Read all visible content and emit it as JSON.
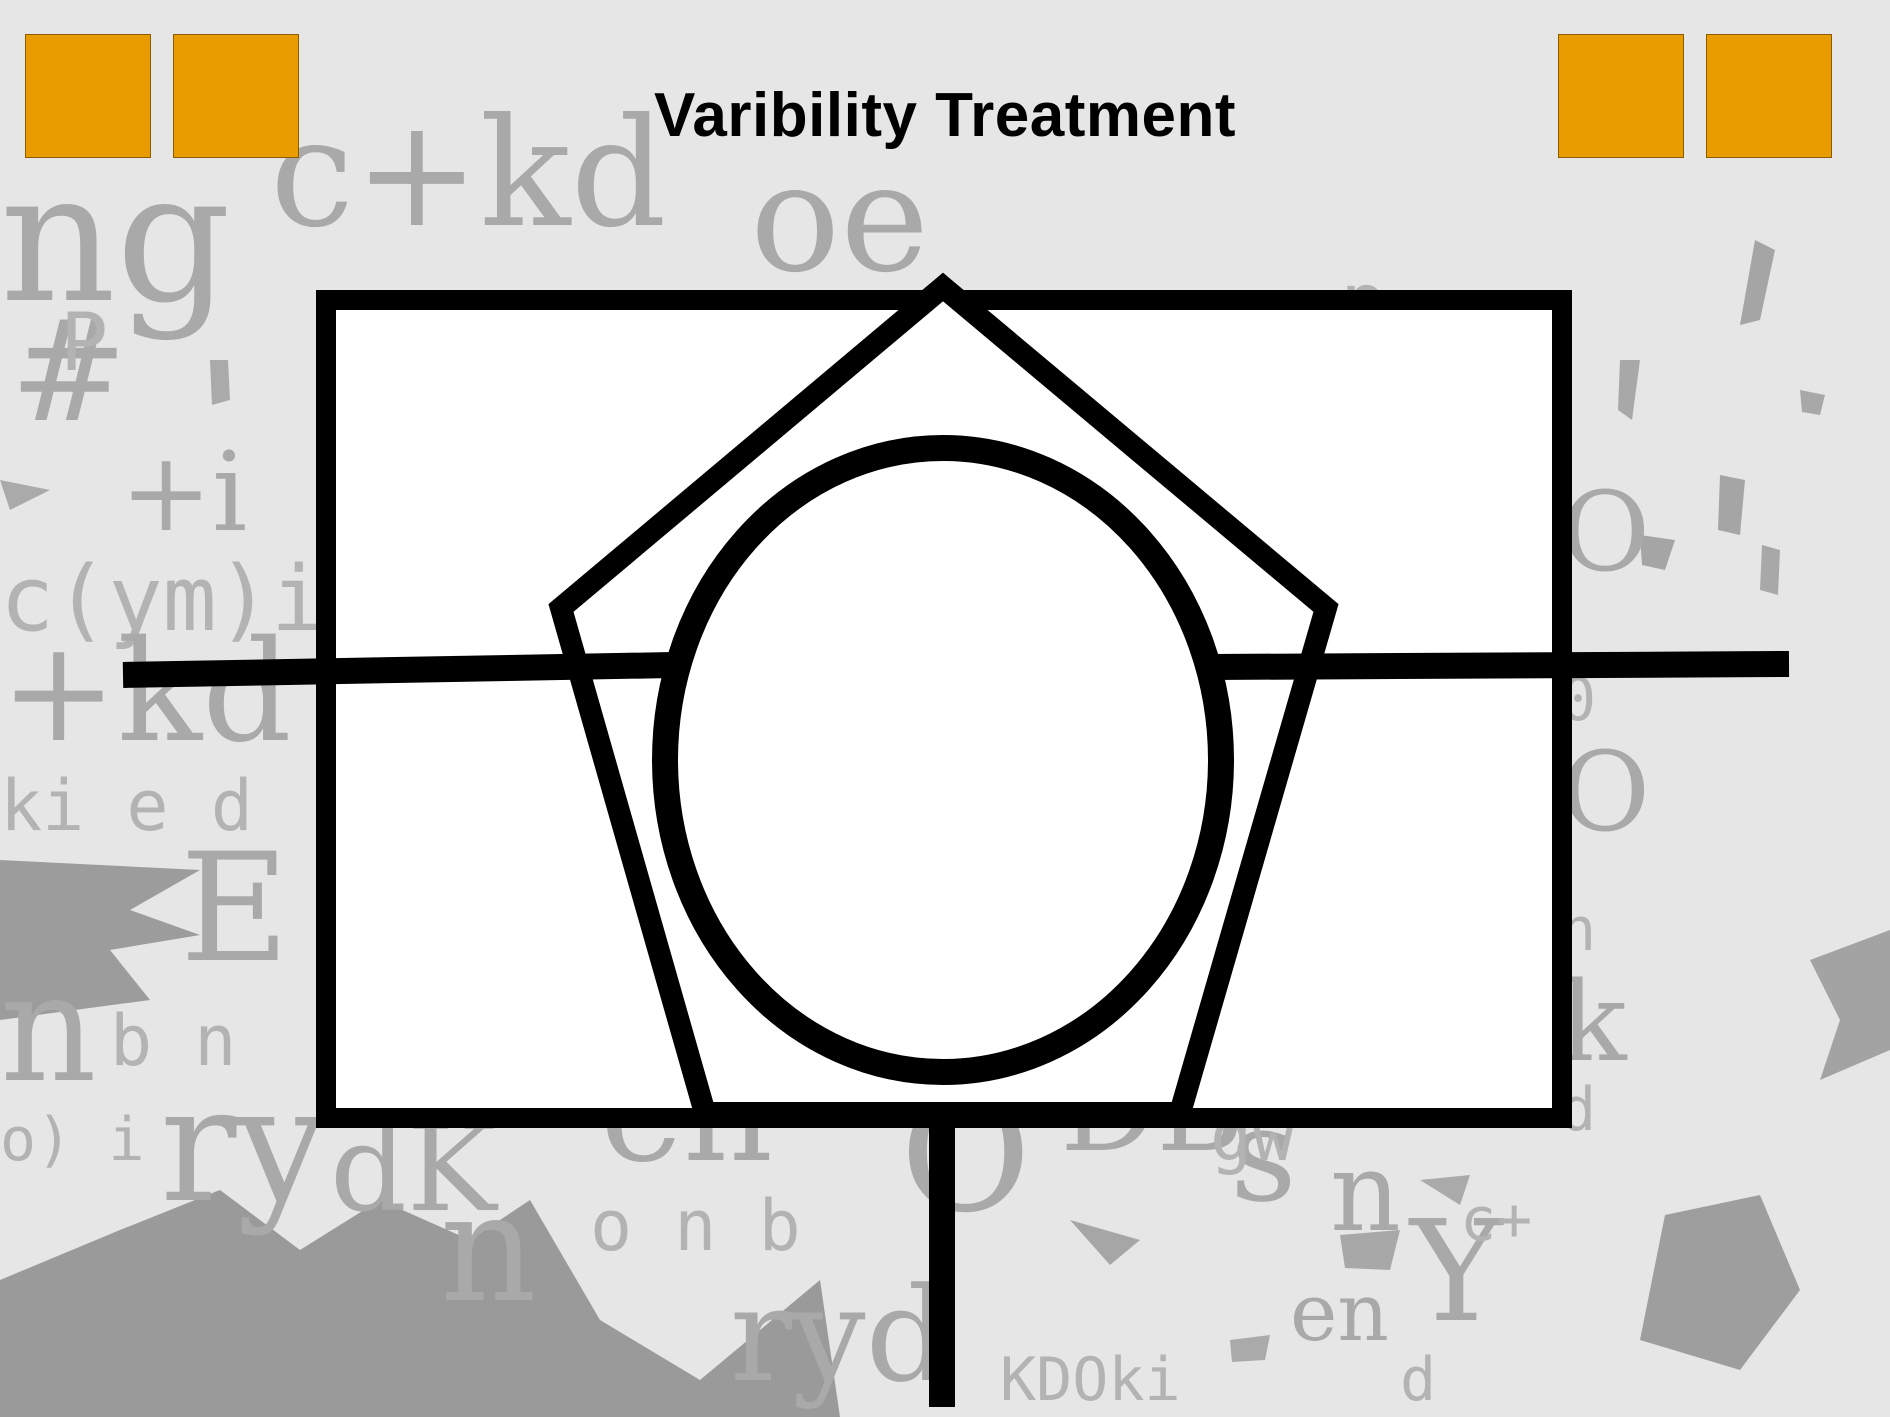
{
  "slide": {
    "title": "Varibility Treatment"
  },
  "colors": {
    "accent_squares": "#e99c00",
    "background": "#e4e4e4",
    "background_glyphs": "#a9a9a9",
    "diagram_stroke": "#000000",
    "diagram_fill": "#ffffff"
  },
  "decor": {
    "corner_squares": [
      "top-left-1",
      "top-left-2",
      "top-right-1",
      "top-right-2"
    ],
    "background_pattern": "grey-letter-texture"
  }
}
